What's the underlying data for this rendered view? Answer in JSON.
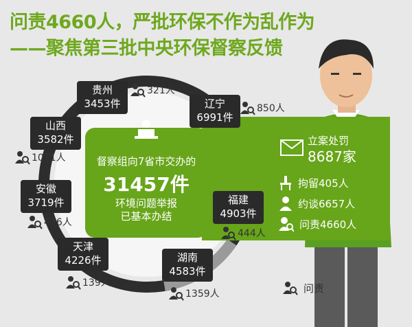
{
  "title_line1": "问责4660人，严批环保不作为乱作为",
  "title_line2": "——聚焦第三批中央环保督察反馈",
  "center": {
    "line1": "督察组向7省市交办的",
    "total": "31457件",
    "line3": "环境问题举报",
    "line4": "已基本办结"
  },
  "provinces": [
    {
      "name": "贵州",
      "cases": "3453件",
      "people": "321人"
    },
    {
      "name": "辽宁",
      "cases": "6991件",
      "people": "850人"
    },
    {
      "name": "山西",
      "cases": "3582件",
      "people": "1071人"
    },
    {
      "name": "安徽",
      "cases": "3719件",
      "people": "476人"
    },
    {
      "name": "福建",
      "cases": "4903件",
      "people": "444人"
    },
    {
      "name": "天津",
      "cases": "4226件",
      "people": "139人"
    },
    {
      "name": "湖南",
      "cases": "4583件",
      "people": "1359人"
    }
  ],
  "board": {
    "filed_label": "立案处罚",
    "filed_value": "8687家",
    "detained": "拘留405人",
    "interviewed": "约谈6657人",
    "accountable": "问责4660人"
  },
  "legend": "问责",
  "colors": {
    "green": "#67a51a",
    "title_green": "#6fa81f",
    "dark": "#2a2a2a"
  }
}
